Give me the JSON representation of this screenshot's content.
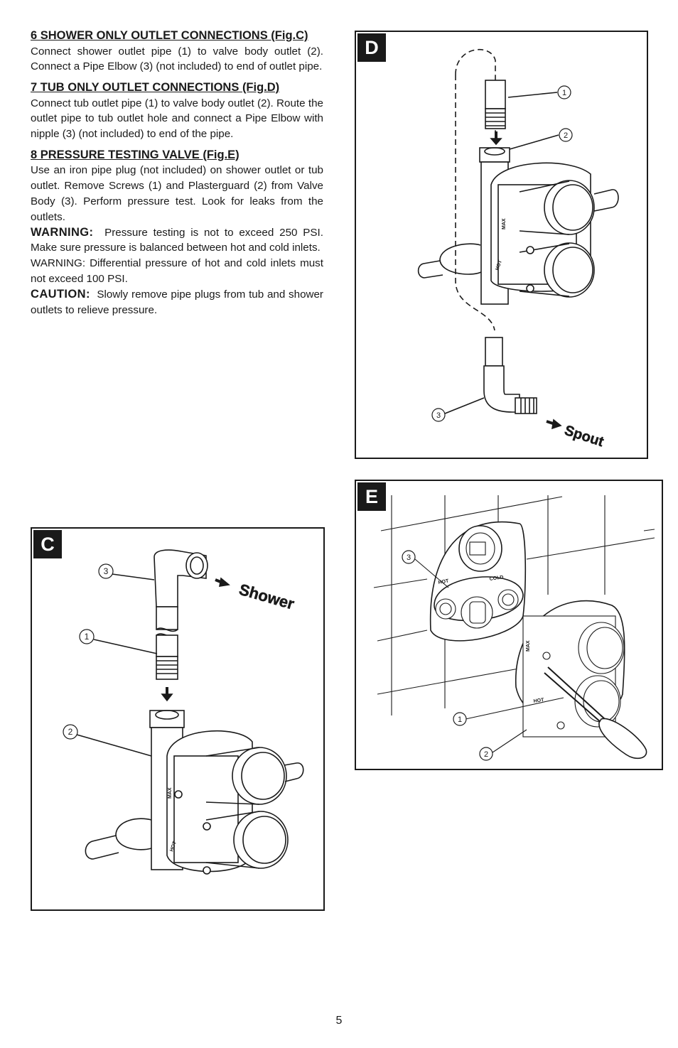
{
  "sections": [
    {
      "title": "6 SHOWER ONLY OUTLET CONNECTIONS (Fig.C)",
      "paragraphs": [
        {
          "lead": "",
          "text": "Connect shower outlet pipe (1) to valve body outlet (2). Connect a Pipe Elbow (3) (not included) to end of outlet pipe."
        }
      ]
    },
    {
      "title": "7 TUB ONLY OUTLET CONNECTIONS (Fig.D)",
      "paragraphs": [
        {
          "lead": "",
          "text": "Connect tub outlet pipe (1) to valve body outlet (2). Route the outlet pipe to tub outlet hole and connect a Pipe Elbow with nipple (3) (not included) to end of the pipe."
        }
      ]
    },
    {
      "title": "8 PRESSURE TESTING VALVE (Fig.E)",
      "paragraphs": [
        {
          "lead": "",
          "text": "Use an iron pipe plug (not included) on shower outlet or tub outlet. Remove Screws (1) and Plasterguard (2) from Valve Body (3). Perform pressure test. Look for leaks from the outlets."
        },
        {
          "lead": "WARNING:",
          "text": "Pressure testing is not to exceed 250 PSI. Make sure pressure is balanced between hot and cold inlets."
        },
        {
          "lead": "",
          "text": "WARNING: Differential pressure of hot and cold inlets must not exceed 100 PSI."
        },
        {
          "lead": "CAUTION:",
          "text": "Slowly remove pipe plugs from tub and shower outlets to relieve pressure."
        }
      ]
    }
  ],
  "figures": {
    "c": {
      "label": "C",
      "direction": "Shower",
      "callouts": [
        "1",
        "2",
        "3"
      ],
      "hot_marking": "HOT",
      "max_marking": "MAX"
    },
    "d": {
      "label": "D",
      "direction": "Spout",
      "callouts": [
        "1",
        "2",
        "3"
      ],
      "hot_marking": "HOT",
      "max_marking": "MAX"
    },
    "e": {
      "label": "E",
      "callouts": [
        "1",
        "2",
        "3"
      ],
      "hot_marking": "HOT",
      "cold_marking": "COLD",
      "max_marking": "MAX"
    }
  },
  "page_number": "5"
}
